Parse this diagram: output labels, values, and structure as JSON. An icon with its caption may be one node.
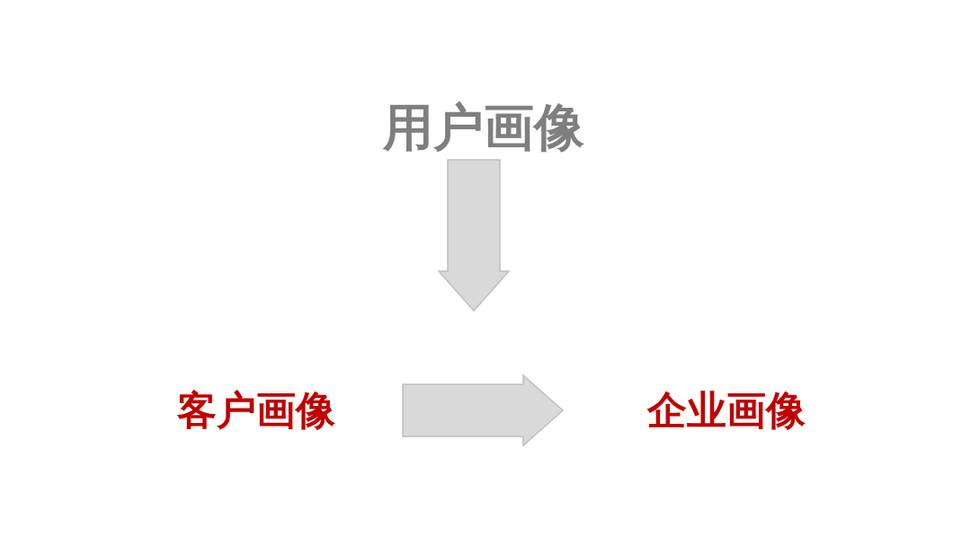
{
  "diagram": {
    "nodes": [
      {
        "text": [
          "用户画像"
        ]
      },
      {
        "text": [
          "客户画像"
        ]
      },
      {
        "text": [
          "企业画像"
        ]
      }
    ],
    "edges": [
      {
        "from": 0,
        "to": null,
        "arrow": "to"
      },
      {
        "from": 1,
        "to": 2,
        "arrow": "to"
      }
    ]
  }
}
